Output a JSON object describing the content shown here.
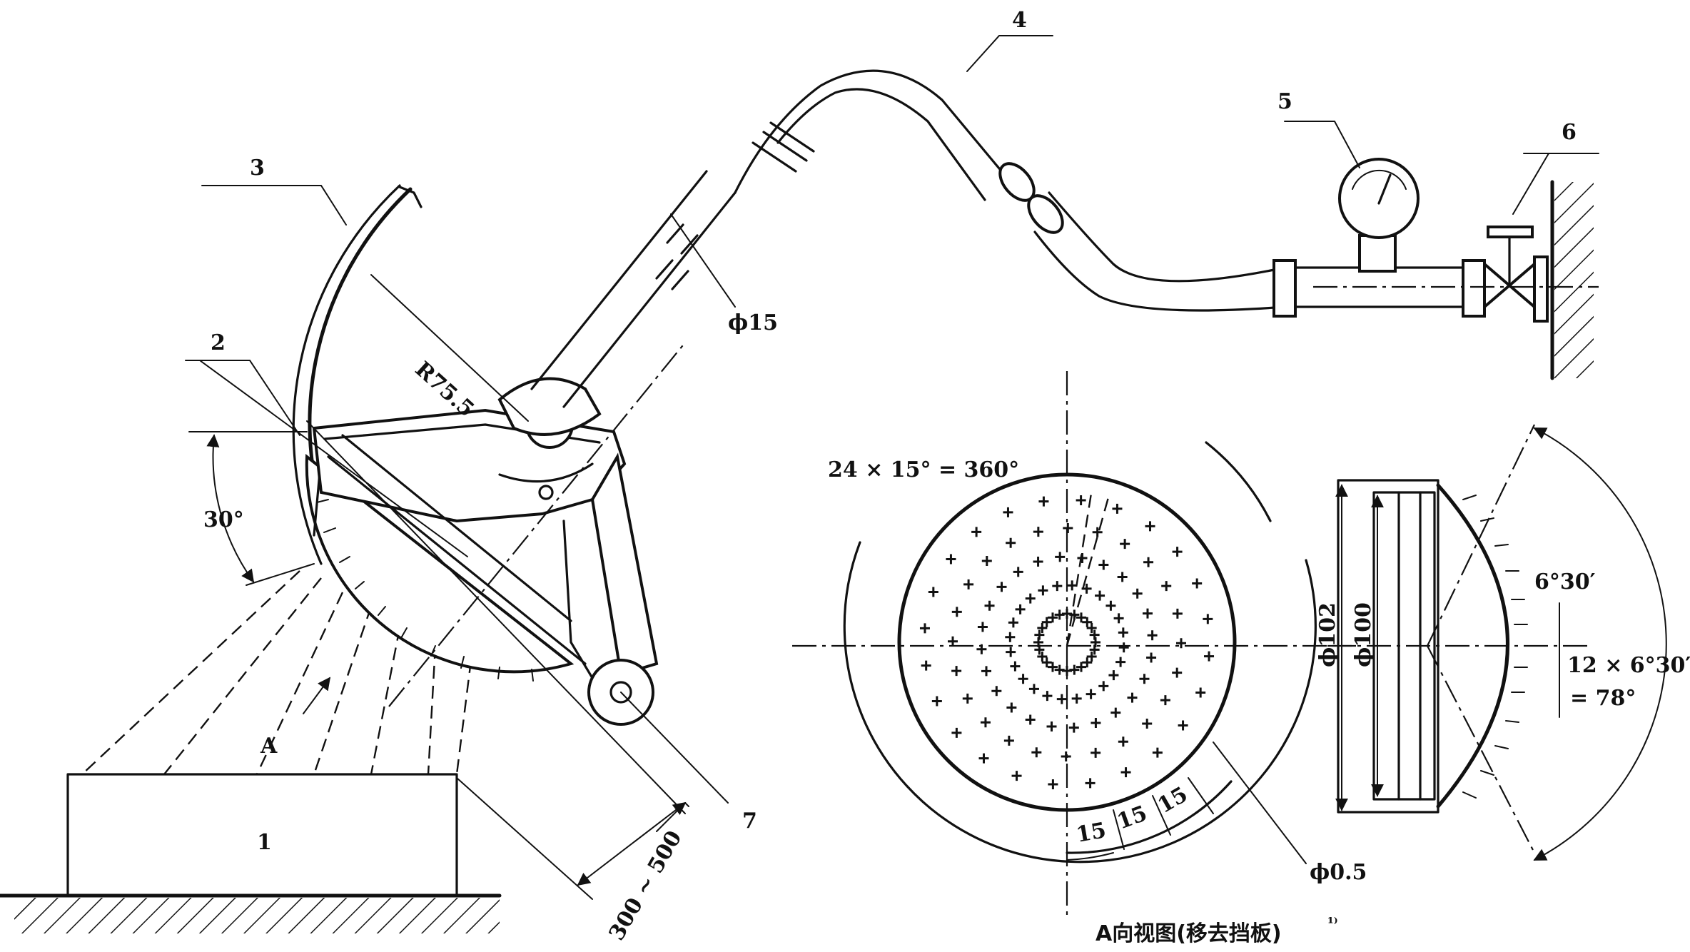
{
  "part_labels": [
    "1",
    "2",
    "3",
    "4",
    "5",
    "6",
    "7"
  ],
  "dimensions": {
    "radius": "R75.5",
    "pipe_diameter": "ϕ15",
    "spray_angle": "30°",
    "distance": "300 ~ 500",
    "hole_pattern": "24 × 15° = 360°",
    "arc_15_a": "15",
    "arc_15_b": "15",
    "arc_15_c": "15",
    "hole_diameter": "ϕ0.5",
    "outer_diameter": "ϕ102",
    "inner_diameter": "ϕ100",
    "step_angle": "6°30′",
    "total_angle_line1": "12 × 6°30′",
    "total_angle_line2": "= 78°"
  },
  "caption": "A向视图(移去挡板)",
  "caption_note": "¹⁾",
  "view_arrow_label": "A"
}
